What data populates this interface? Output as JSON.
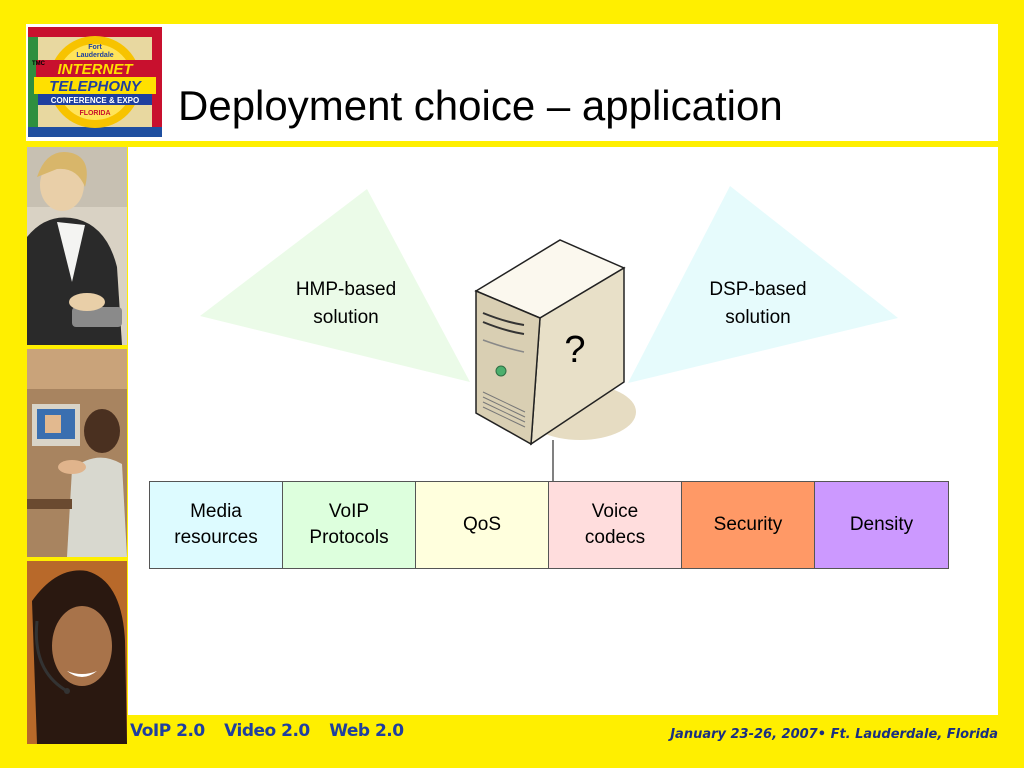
{
  "slide": {
    "title": "Deployment choice – application"
  },
  "logo": {
    "line1": "Fort",
    "line2": "Lauderdale",
    "line3": "INTERNET",
    "line4": "TELEPHONY",
    "line5": "CONFERENCE & EXPO",
    "line6": "FLORIDA",
    "tag": "TMC"
  },
  "diagram": {
    "left_label_1": "HMP-based",
    "left_label_2": "solution",
    "right_label_1": "DSP-based",
    "right_label_2": "solution",
    "server_mark": "?"
  },
  "factors": [
    {
      "line1": "Media",
      "line2": "resources",
      "color": "#DDFBFF"
    },
    {
      "line1": "VoIP",
      "line2": "Protocols",
      "color": "#DDFFDD"
    },
    {
      "line1": "QoS",
      "line2": "",
      "color": "#FFFFDD"
    },
    {
      "line1": "Voice",
      "line2": "codecs",
      "color": "#FFDDDD"
    },
    {
      "line1": "Security",
      "line2": "",
      "color": "#FF9966"
    },
    {
      "line1": "Density",
      "line2": "",
      "color": "#CC99FF"
    }
  ],
  "footer": {
    "tag1": "VoIP 2.0",
    "tag2": "Video 2.0",
    "tag3": "Web 2.0",
    "event": "January 23-26, 2007• Ft. Lauderdale, Florida"
  },
  "colors": {
    "frame": "#FFEF00",
    "footer_text": "#1f3f9f"
  }
}
